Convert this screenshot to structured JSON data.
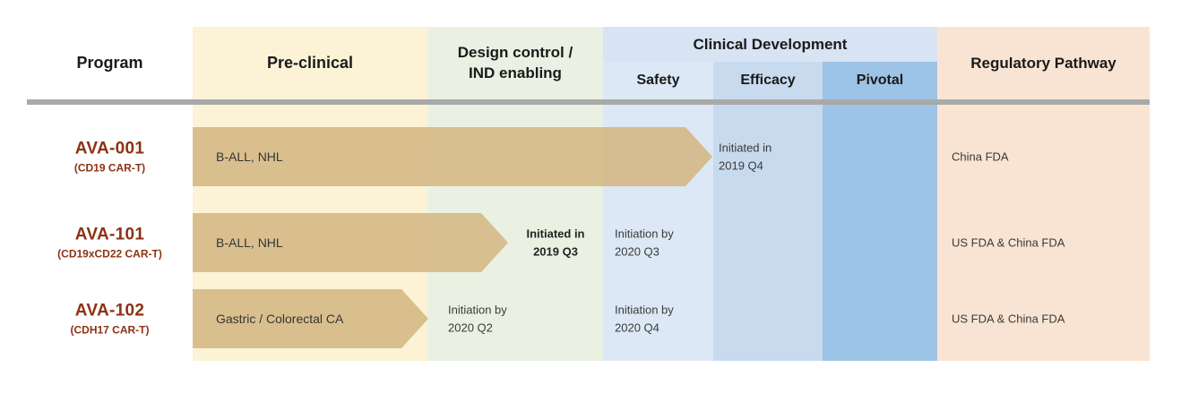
{
  "colors": {
    "preclinical_bg": "#fcf3d6",
    "design_bg": "#eaf1e3",
    "clinical_band_bg": "#d8e4f3",
    "safety_bg": "#dce8f5",
    "efficacy_bg": "#c8daee",
    "pivotal_bg": "#9dc3e6",
    "regulatory_bg": "#f9e4d3",
    "arrow_fill": "#d3b782",
    "program_text": "#8c3213",
    "divider": "#a9a9a9",
    "body_text": "#3a3a3a"
  },
  "header": {
    "program": "Program",
    "preclinical": "Pre-clinical",
    "design_control": "Design control /\nIND enabling",
    "clinical_development": "Clinical Development",
    "safety": "Safety",
    "efficacy": "Efficacy",
    "pivotal": "Pivotal",
    "regulatory": "Regulatory Pathway"
  },
  "rows": [
    {
      "program": "AVA-001",
      "subtitle": "(CD19 CAR-T)",
      "arrow_label": "B-ALL, NHL",
      "efficacy_note": "Initiated in\n2019 Q4",
      "regulatory": "China FDA"
    },
    {
      "program": "AVA-101",
      "subtitle": "(CD19xCD22 CAR-T)",
      "arrow_label": "B-ALL, NHL",
      "design_note": "Initiated in\n2019 Q3",
      "safety_note": "Initiation by\n2020 Q3",
      "regulatory": "US FDA & China FDA"
    },
    {
      "program": "AVA-102",
      "subtitle": "(CDH17 CAR-T)",
      "arrow_label": "Gastric / Colorectal CA",
      "design_note": "Initiation by\n2020 Q2",
      "safety_note": "Initiation by\n2020 Q4",
      "regulatory": "US FDA & China FDA"
    }
  ]
}
